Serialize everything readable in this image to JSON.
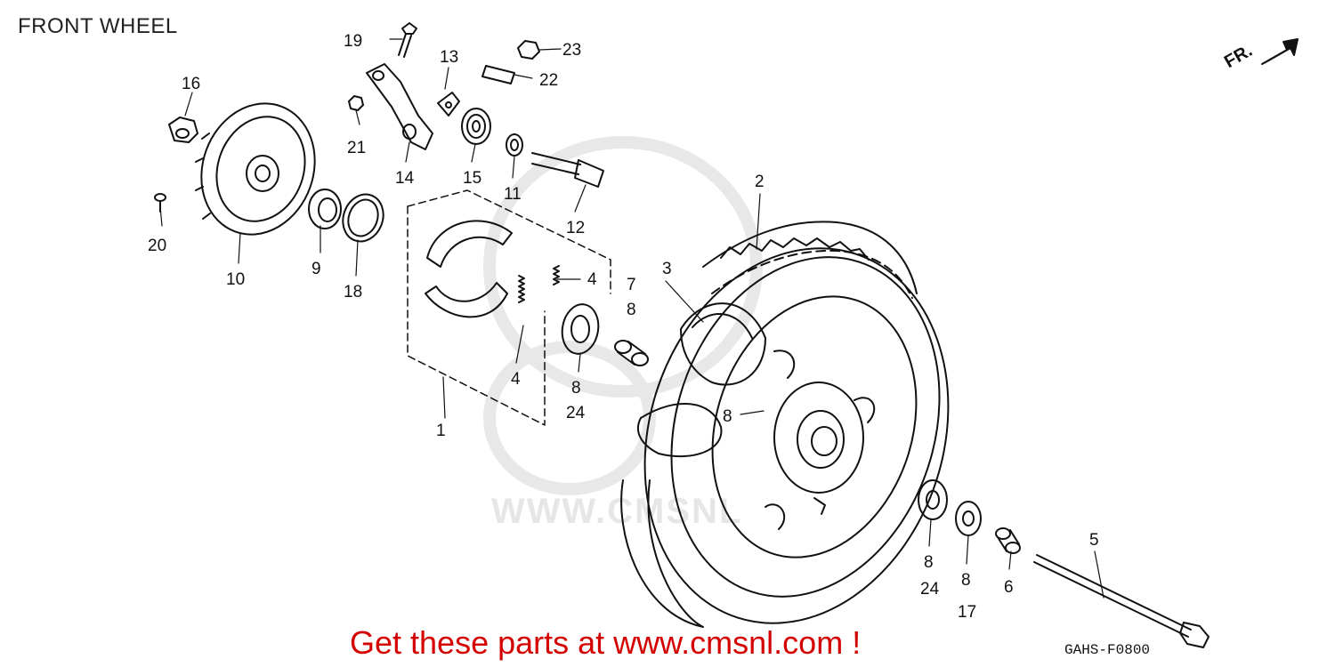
{
  "title": "FRONT WHEEL",
  "promo_text": "Get these parts at www.cmsnl.com !",
  "diagram_code": "GAHS-F0800",
  "direction_label": "FR.",
  "watermark_text": "WWW.CMSNL",
  "colors": {
    "promo": "#d40000",
    "line": "#111111",
    "watermark": "#e6e6e6"
  },
  "callouts": {
    "c1": "1",
    "c2": "2",
    "c3": "3",
    "c4a": "4",
    "c4b": "4",
    "c5": "5",
    "c6": "6",
    "c7": "7",
    "c8a": "8",
    "c8b": "8",
    "c8c": "8",
    "c8d": "8",
    "c8e": "8",
    "c9": "9",
    "c10": "10",
    "c11": "11",
    "c12": "12",
    "c13": "13",
    "c14": "14",
    "c15": "15",
    "c16": "16",
    "c17": "17",
    "c18": "18",
    "c19": "19",
    "c20": "20",
    "c21": "21",
    "c22": "22",
    "c23": "23",
    "c24a": "24",
    "c24b": "24"
  }
}
